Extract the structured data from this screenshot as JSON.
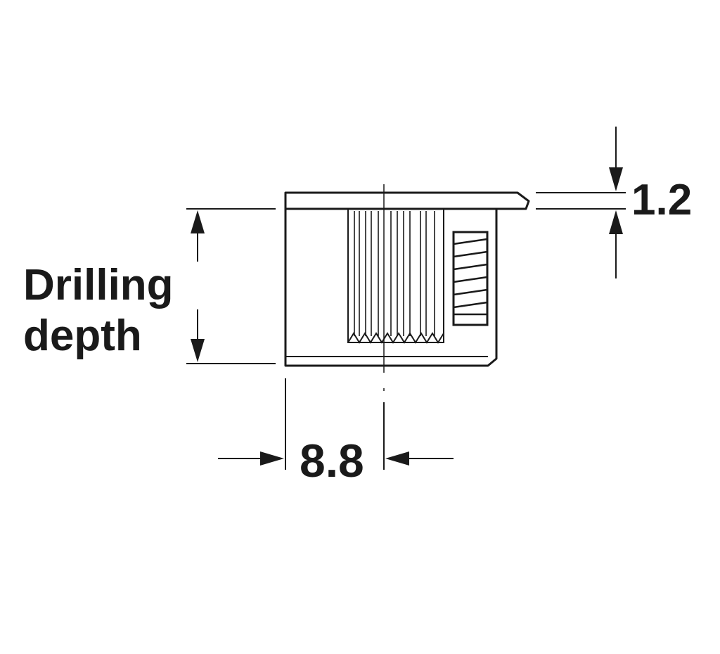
{
  "labels": {
    "drilling_line1": "Drilling",
    "drilling_line2": "depth",
    "width_dim": "8.8",
    "flange_dim": "1.2"
  },
  "colors": {
    "ink": "#1a1a1a",
    "background": "#ffffff"
  }
}
